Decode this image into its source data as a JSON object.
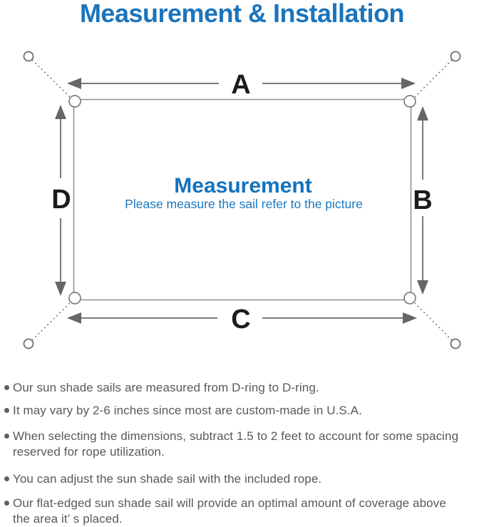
{
  "title": "Measurement & Installation",
  "colors": {
    "title_blue": "#1b74bc",
    "center_blue": "#1273bd",
    "line_gray": "#7a7a7a",
    "arrowhead_gray": "#666666",
    "outline_gray": "#909090",
    "note_text_gray": "#58595b"
  },
  "diagram": {
    "labels": {
      "top": "A",
      "right": "B",
      "bottom": "C",
      "left": "D"
    },
    "center_heading": "Measurement",
    "center_caption": "Please measure the sail refer to the picture"
  },
  "notes": [
    {
      "text": "Our sun shade sails are measured from D-ring to D-ring."
    },
    {
      "text": "It may vary by 2-6 inches since most are custom-made in U.S.A."
    },
    {
      "text": "When selecting the dimensions, subtract 1.5 to 2 feet to account for some spacing\nreserved for rope utilization."
    },
    {
      "text": "You can adjust the sun shade sail with the included rope."
    },
    {
      "text": "Our flat-edged sun shade sail will provide an optimal amount of coverage above\nthe area it’ s placed."
    }
  ]
}
